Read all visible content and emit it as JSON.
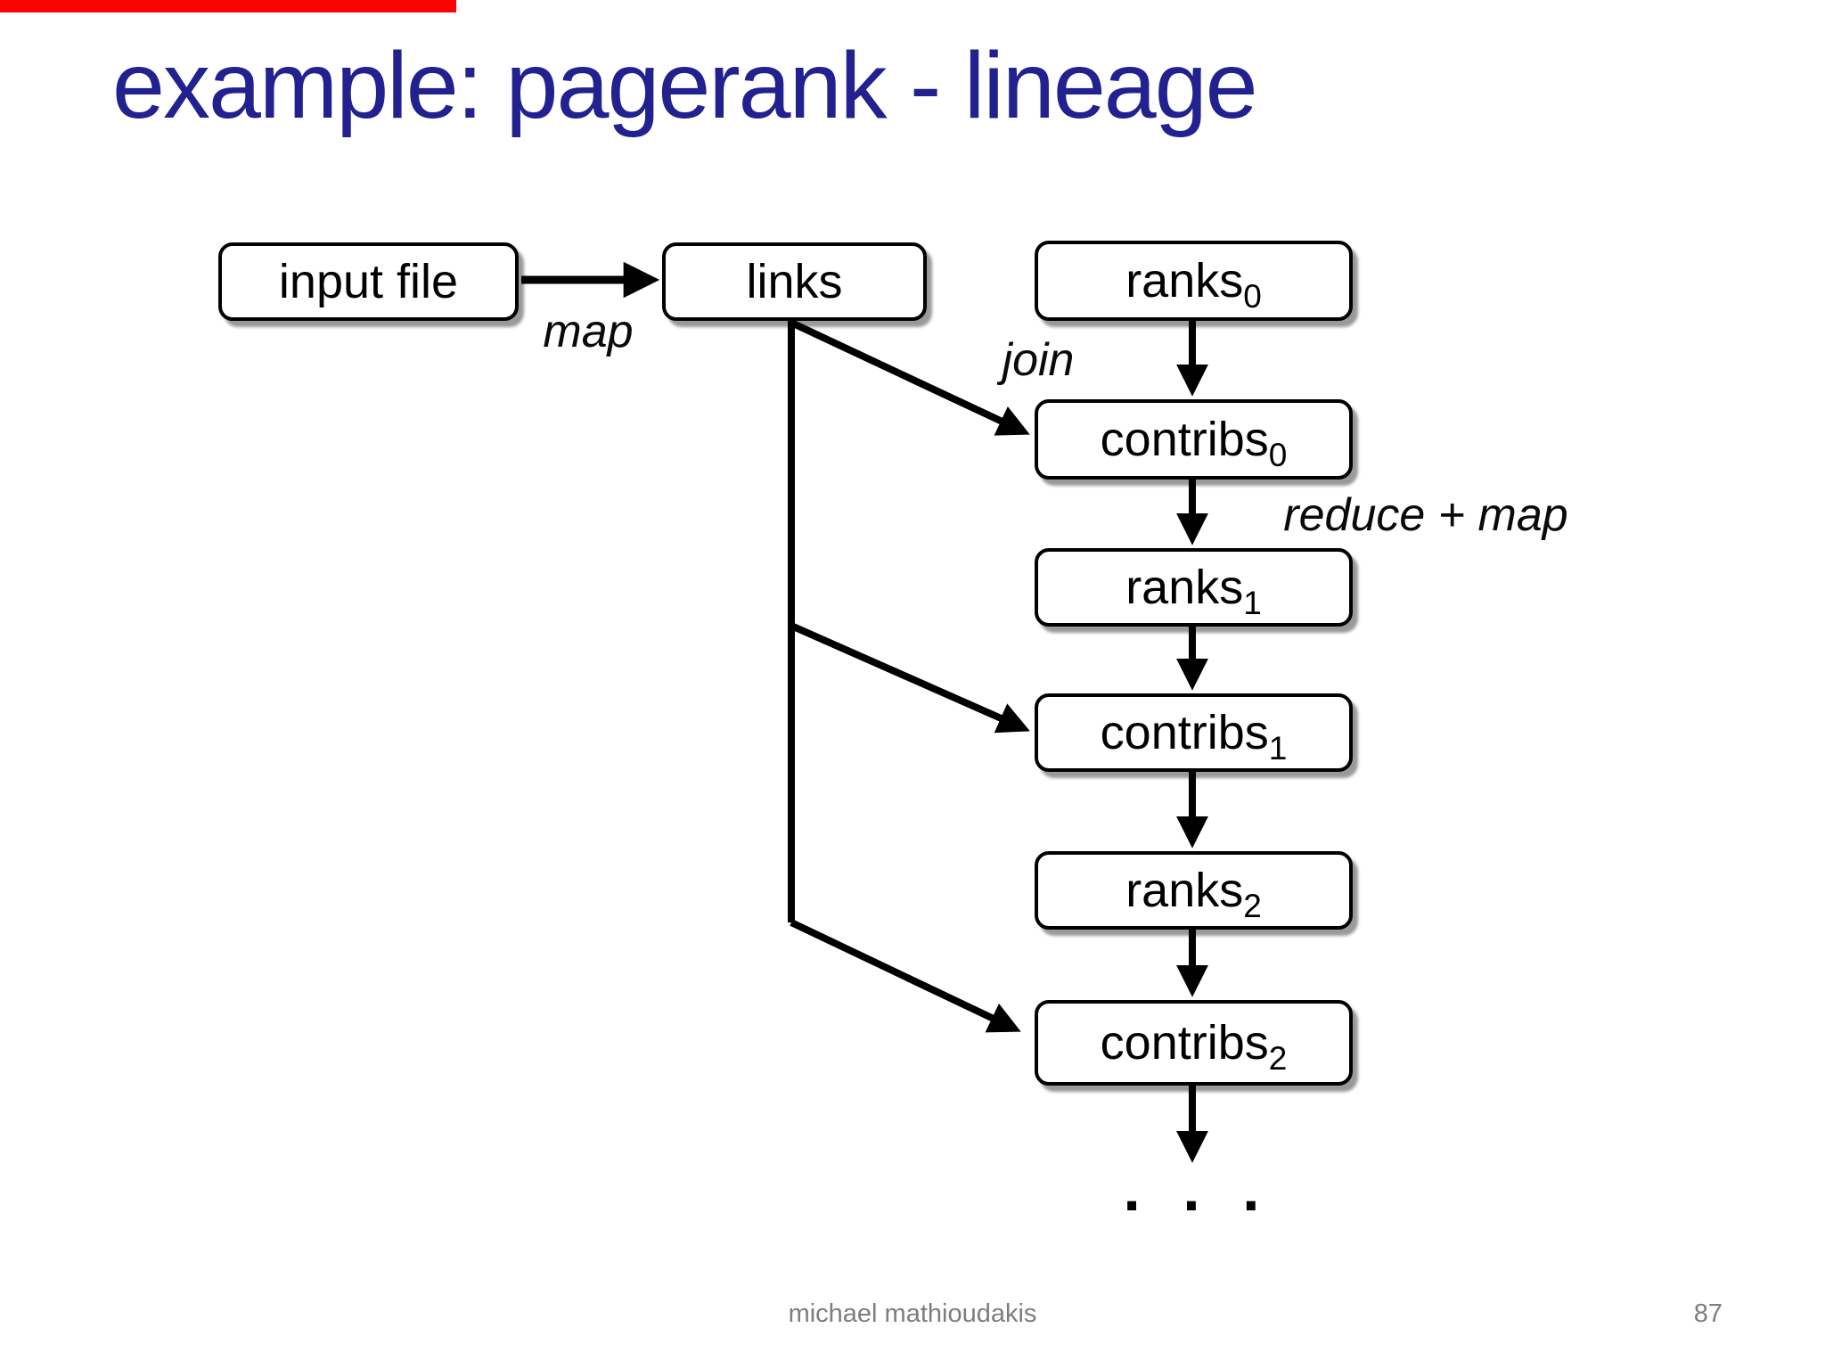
{
  "slide": {
    "title": "example: pagerank - lineage",
    "footer": {
      "author": "michael mathioudakis",
      "page_number": "87"
    }
  },
  "colors": {
    "title_text": "#21218f",
    "box_fill": "#ffffff",
    "box_border": "#000000",
    "edge_line": "#000000",
    "footer_text": "#7d7d7d",
    "progress_bar": "#fe0202",
    "background": "#ffffff"
  },
  "diagram": {
    "nodes": [
      {
        "id": "input-file",
        "label": "input file",
        "sub": ""
      },
      {
        "id": "links",
        "label": "links",
        "sub": ""
      },
      {
        "id": "ranks0",
        "label": "ranks",
        "sub": "0"
      },
      {
        "id": "contribs0",
        "label": "contribs",
        "sub": "0"
      },
      {
        "id": "ranks1",
        "label": "ranks",
        "sub": "1"
      },
      {
        "id": "contribs1",
        "label": "contribs",
        "sub": "1"
      },
      {
        "id": "ranks2",
        "label": "ranks",
        "sub": "2"
      },
      {
        "id": "contribs2",
        "label": "contribs",
        "sub": "2"
      }
    ],
    "edge_labels": [
      {
        "id": "map",
        "text": "map"
      },
      {
        "id": "join",
        "text": "join"
      },
      {
        "id": "reduce-map",
        "text": "reduce + map"
      }
    ],
    "edges": [
      {
        "from": "input file",
        "to": "links",
        "label": "map"
      },
      {
        "from": "ranks0",
        "to": "contribs0",
        "label": "join"
      },
      {
        "from": "links",
        "to": "contribs0",
        "label": ""
      },
      {
        "from": "contribs0",
        "to": "ranks1",
        "label": "reduce + map"
      },
      {
        "from": "ranks1",
        "to": "contribs1",
        "label": ""
      },
      {
        "from": "links",
        "to": "contribs1",
        "label": ""
      },
      {
        "from": "contribs1",
        "to": "ranks2",
        "label": ""
      },
      {
        "from": "ranks2",
        "to": "contribs2",
        "label": ""
      },
      {
        "from": "links",
        "to": "contribs2",
        "label": ""
      },
      {
        "from": "contribs2",
        "to": "...",
        "label": ""
      }
    ],
    "continuation": ". . ."
  }
}
